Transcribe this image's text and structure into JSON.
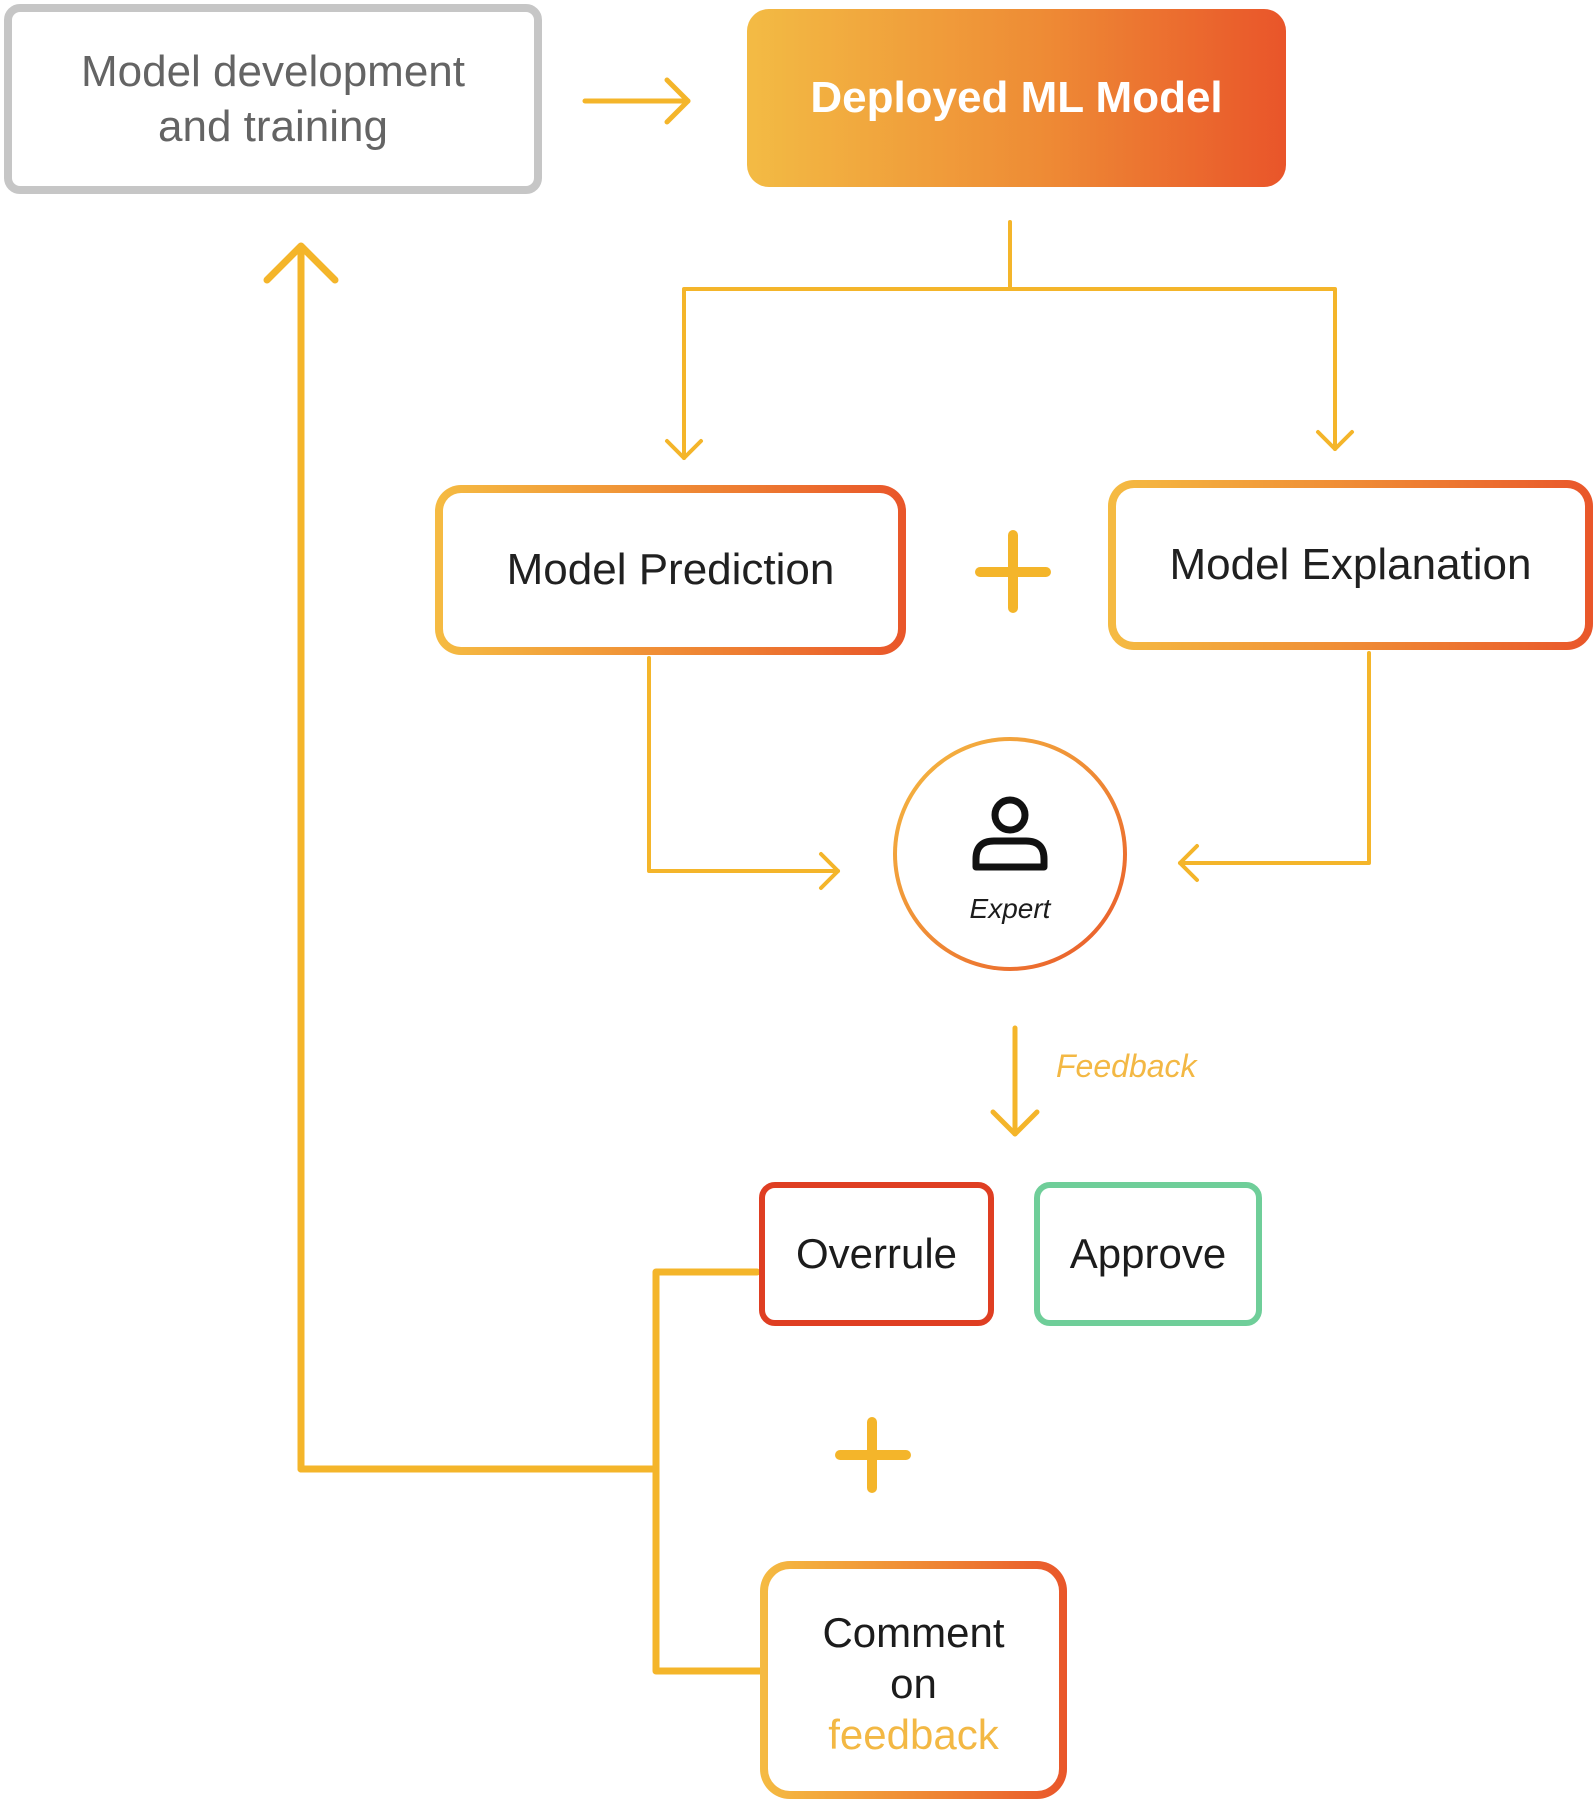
{
  "nodes": {
    "dev_training": {
      "line1": "Model development",
      "line2": "and training"
    },
    "deployed": {
      "label": "Deployed ML Model"
    },
    "prediction": {
      "label": "Model Prediction"
    },
    "explanation": {
      "label": "Model Explanation"
    },
    "expert": {
      "label": "Expert",
      "icon": "person-icon"
    },
    "overrule": {
      "label": "Overrule"
    },
    "approve": {
      "label": "Approve"
    },
    "comment": {
      "line1": "Comment",
      "line2": "on",
      "line3": "feedback"
    }
  },
  "edges": {
    "feedback_label": "Feedback"
  },
  "colors": {
    "connector": "#F4B52A",
    "gradient_start": "#F5BB42",
    "gradient_end": "#E9562A",
    "overrule_border": "#DF3E22",
    "approve_border": "#6FCE99",
    "neutral_border": "#C6C6C6",
    "accent_text": "#F3B844"
  }
}
